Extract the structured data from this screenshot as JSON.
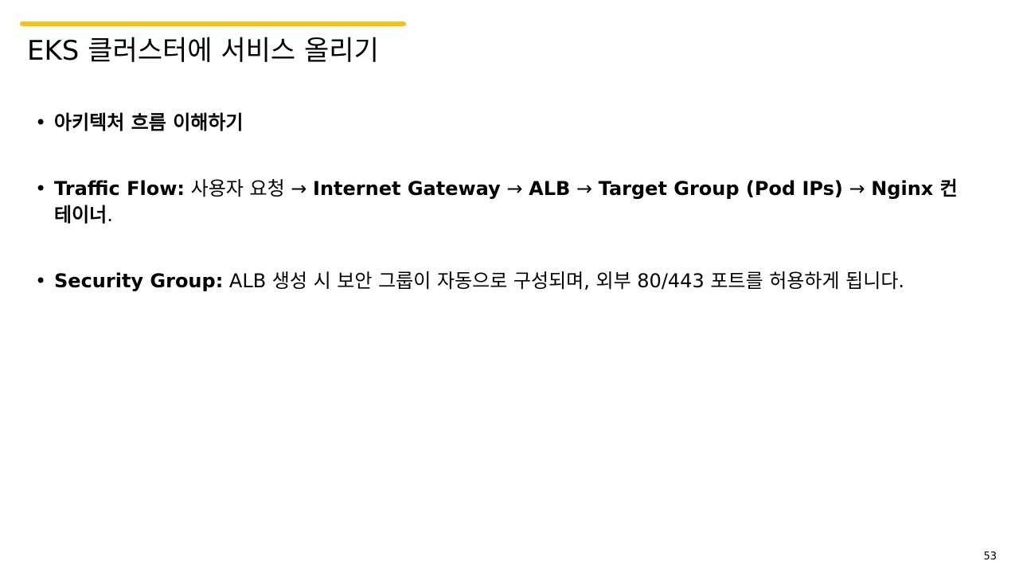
{
  "colors": {
    "accent_bar": "#F7C213",
    "text": "#000000",
    "background": "#FFFFFF"
  },
  "slide": {
    "title": "EKS 클러스터에 서비스 올리기",
    "bullet_glyph": "•",
    "bullets": [
      {
        "heading": "아키텍처 흐름 이해하기"
      },
      {
        "label": "Traffic Flow:",
        "part1": " 사용자 요청 → ",
        "term1": "Internet Gateway",
        "part2": " → ",
        "term2": "ALB",
        "part3": " → ",
        "term3": "Target Group (Pod IPs)",
        "part4": " → ",
        "term4": "Nginx 컨테이너",
        "tail": "."
      },
      {
        "label": "Security Group:",
        "text": " ALB 생성 시 보안 그룹이 자동으로 구성되며, 외부 80/443 포트를 허용하게 됩니다."
      }
    ],
    "page_number": "53"
  }
}
